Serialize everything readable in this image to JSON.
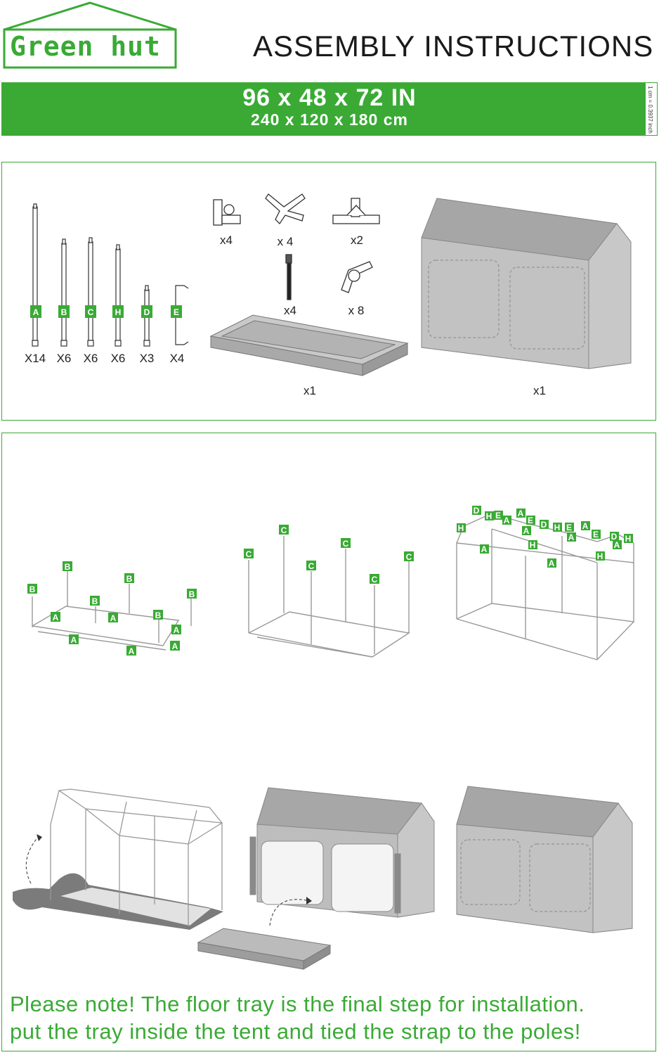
{
  "header": {
    "brand": "Green hut",
    "title": "ASSEMBLY INSTRUCTIONS",
    "dimensions_in": "96 x 48 x 72 IN",
    "dimensions_cm": "240 x 120 x 180 cm",
    "conversion": "1 cm = 0.3937 inch"
  },
  "parts": {
    "poles": [
      {
        "letter": "A",
        "qty": "X14"
      },
      {
        "letter": "B",
        "qty": "X6"
      },
      {
        "letter": "C",
        "qty": "X6"
      },
      {
        "letter": "H",
        "qty": "X6"
      },
      {
        "letter": "D",
        "qty": "X3"
      },
      {
        "letter": "E",
        "qty": "X4"
      }
    ],
    "connectors": [
      {
        "name": "corner-connector",
        "qty": "x4"
      },
      {
        "name": "cross-connector",
        "qty": "x 4"
      },
      {
        "name": "tee-connector",
        "qty": "x2"
      },
      {
        "name": "strap",
        "qty": "x4"
      },
      {
        "name": "elbow-connector",
        "qty": "x 8"
      }
    ],
    "tray_qty": "x1",
    "tent_qty": "x1"
  },
  "note": {
    "line1": "Please note! The floor tray is the final step for installation.",
    "line2": "put the tray inside the tent and tied the strap to the poles!"
  },
  "colors": {
    "brand_green": "#3aaa35",
    "tent_gray": "#bdbdbd",
    "tent_dark": "#9a9a9a"
  }
}
